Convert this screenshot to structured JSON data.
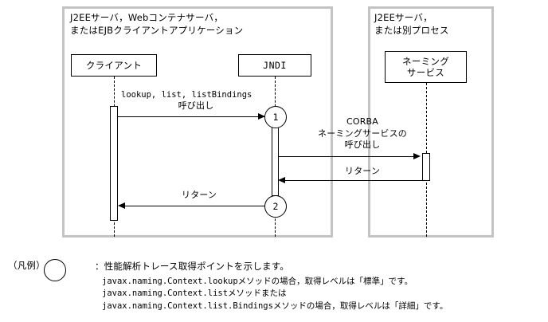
{
  "diagram": {
    "type": "uml-sequence-diagram",
    "containers": [
      {
        "id": "client-container",
        "title": "J2EEサーバ，Webコンテナサーバ，\nまたはEJBクライアントアプリケーション"
      },
      {
        "id": "naming-container",
        "title": "J2EEサーバ，\nまたは別プロセス"
      }
    ],
    "participants": [
      {
        "id": "client",
        "label": "クライアント"
      },
      {
        "id": "jndi",
        "label": "JNDI"
      },
      {
        "id": "naming-service",
        "label": "ネーミング\nサービス"
      }
    ],
    "messages": [
      {
        "id": "lookup-call",
        "from": "client",
        "to": "jndi",
        "direction": "right",
        "label_mono": "lookup, list, listBindings",
        "label_jp": "呼び出し"
      },
      {
        "id": "corba-call",
        "from": "jndi",
        "to": "naming-service",
        "direction": "right",
        "label": "CORBA\nネーミングサービスの\n呼び出し"
      },
      {
        "id": "corba-return",
        "from": "naming-service",
        "to": "jndi",
        "direction": "left",
        "label": "リターン"
      },
      {
        "id": "jndi-return",
        "from": "jndi",
        "to": "client",
        "direction": "left",
        "label": "リターン"
      }
    ],
    "trace_points": [
      {
        "id": "trace-point-1",
        "number": "1"
      },
      {
        "id": "trace-point-2",
        "number": "2"
      }
    ]
  },
  "legend": {
    "title": "（凡例）",
    "icon": "circle",
    "line1": "：性能解析トレース取得ポイントを示します。",
    "line2": "javax.naming.Context.lookupメソッドの場合，取得レベルは「標準」です。",
    "line3": "javax.naming.Context.listメソッドまたは",
    "line4": "javax.naming.Context.list.Bindingsメソッドの場合，取得レベルは「詳細」です。"
  },
  "colors": {
    "container_border": "#c3c3c3",
    "line": "#000000",
    "background": "#ffffff"
  }
}
